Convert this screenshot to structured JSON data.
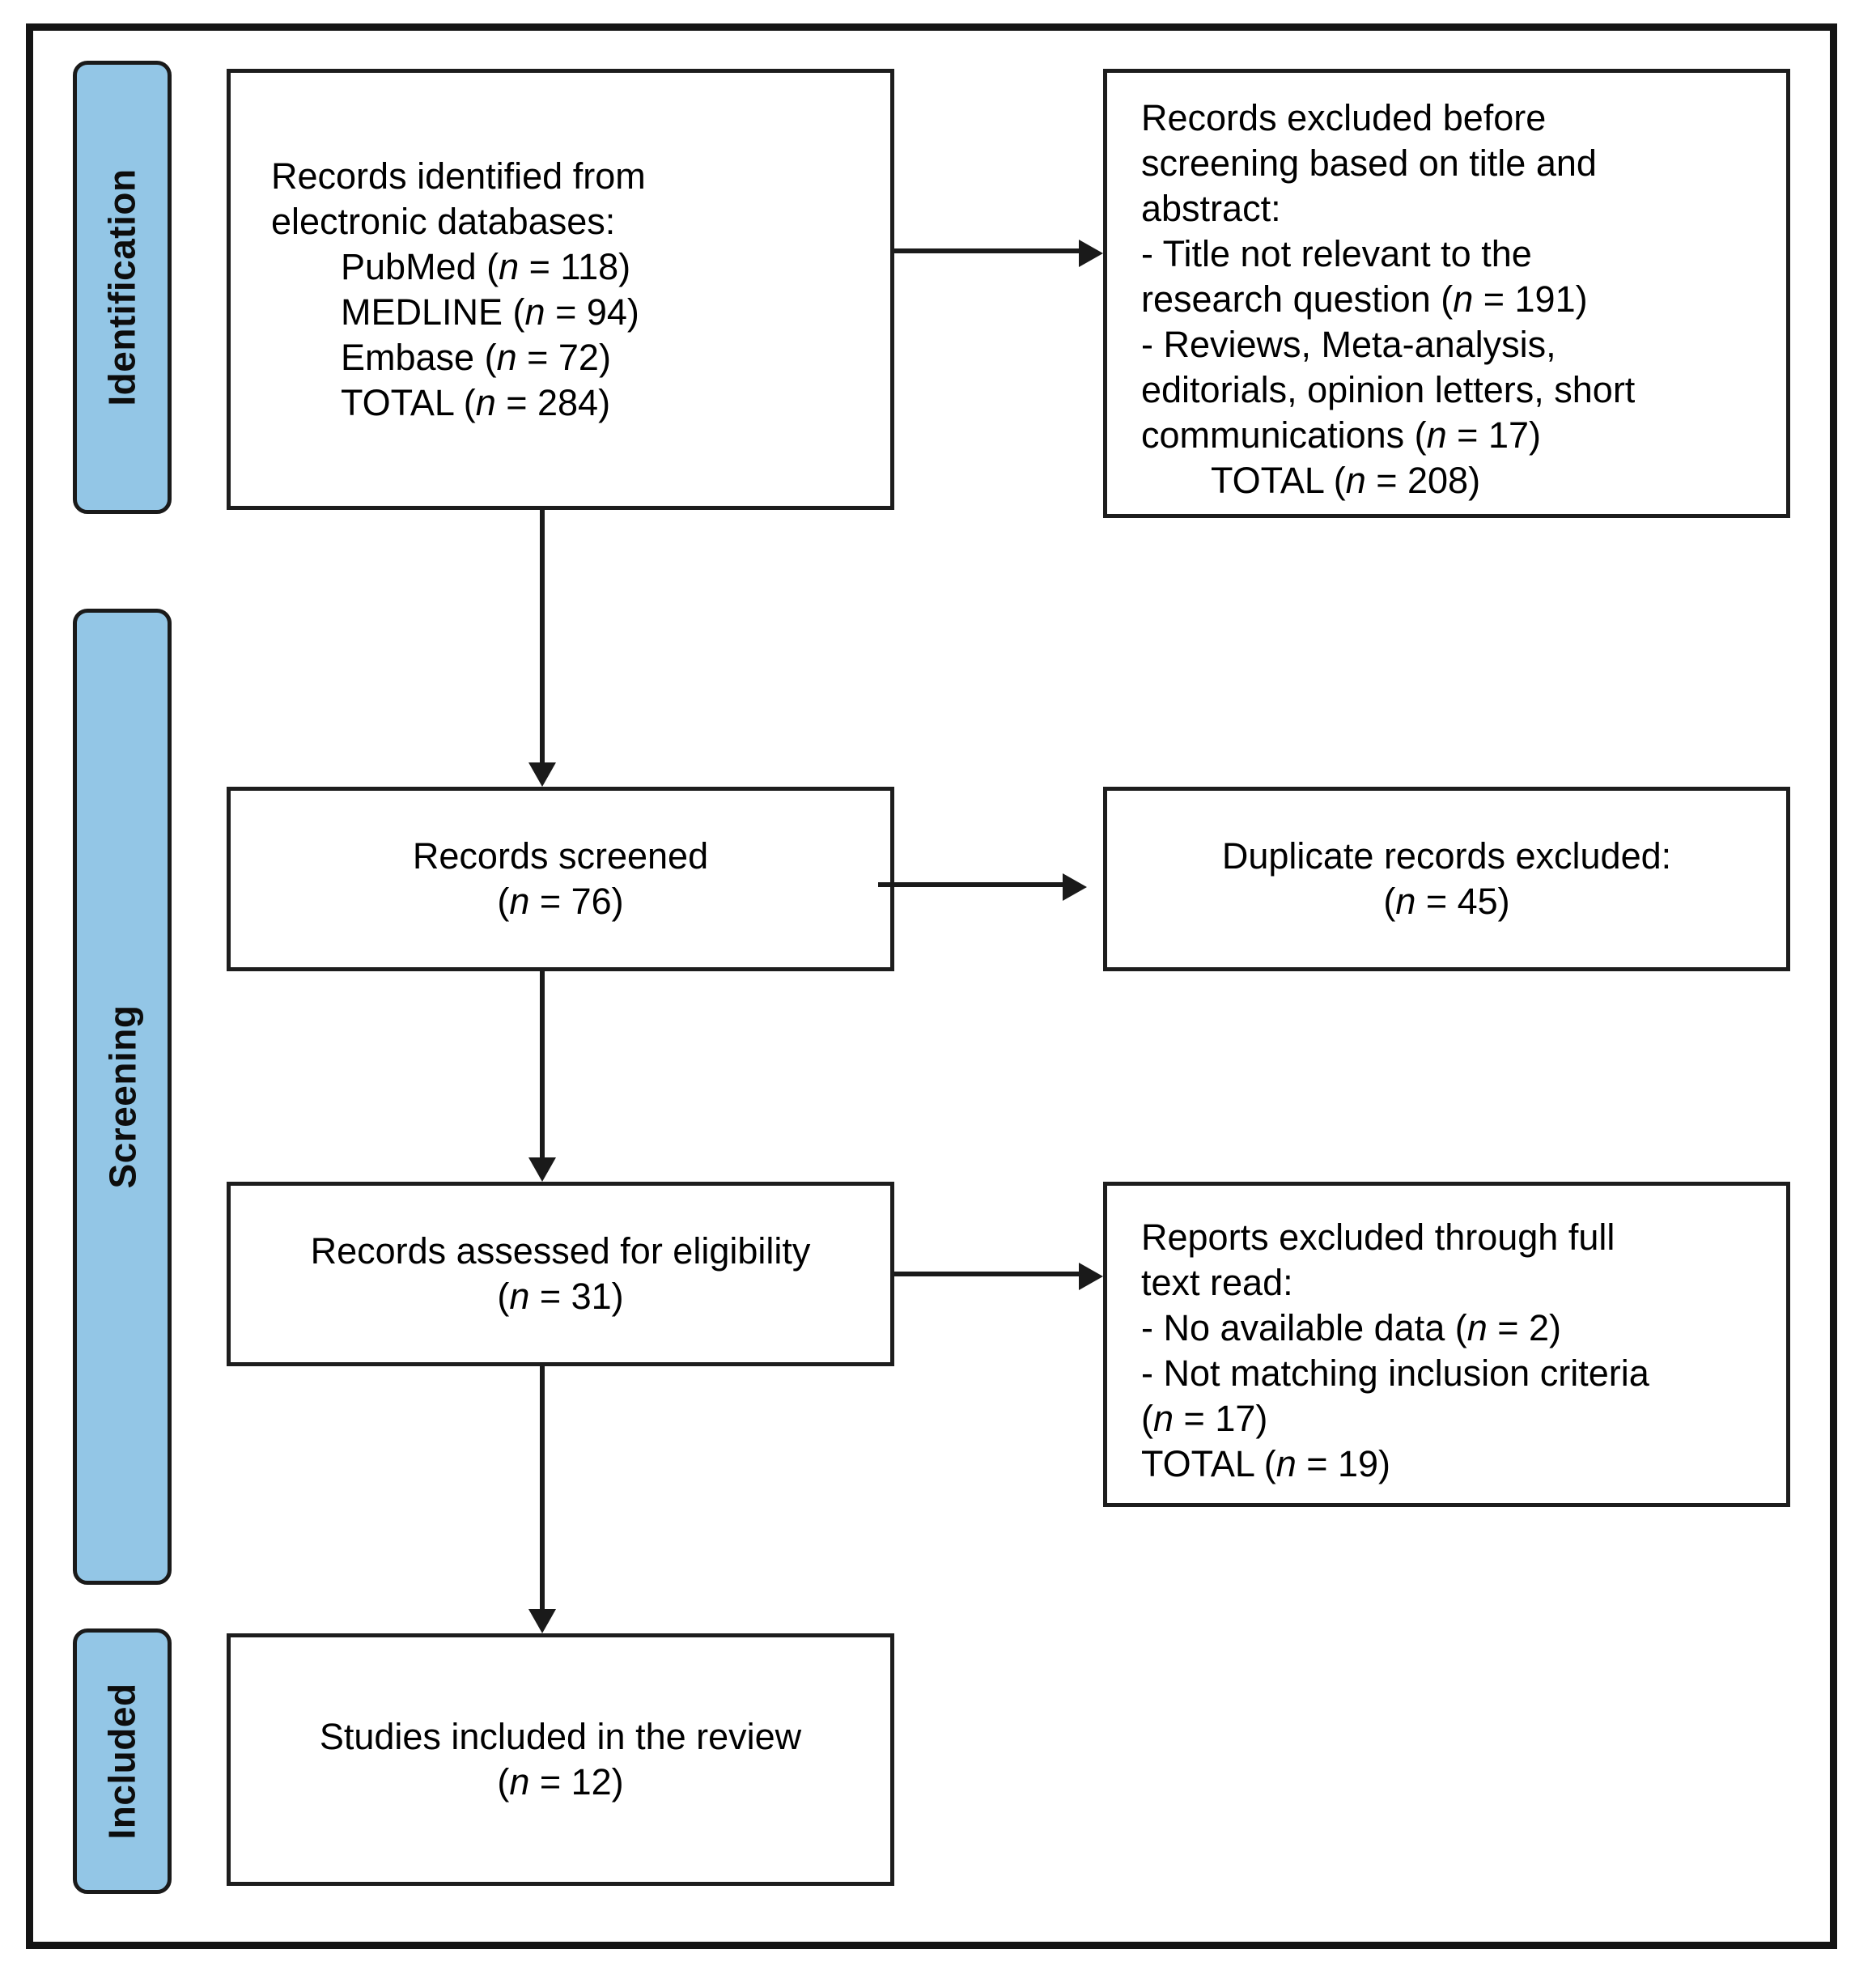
{
  "diagram": {
    "title": "PRISMA study selection flow diagram",
    "stages": [
      {
        "id": "identification",
        "label": "Identification"
      },
      {
        "id": "screening",
        "label": "Screening"
      },
      {
        "id": "included",
        "label": "Included"
      }
    ],
    "main_boxes": [
      {
        "id": "records-identified",
        "lines": [
          "Records identified from",
          "electronic databases:",
          "PubMed (n = 118)",
          "MEDLINE (n = 94)",
          "Embase (n = 72)",
          "TOTAL (n = 284)"
        ]
      },
      {
        "id": "records-screened",
        "lines": [
          "Records screened",
          "(n = 76)"
        ]
      },
      {
        "id": "records-assessed",
        "lines": [
          "Records assessed for eligibility",
          "(n = 31)"
        ]
      },
      {
        "id": "studies-included",
        "lines": [
          "Studies included in the review",
          "(n = 12)"
        ]
      }
    ],
    "side_boxes": [
      {
        "id": "excluded-before-screening",
        "lines": [
          "Records excluded before",
          "screening based on title and",
          "abstract:",
          "- Title not relevant to the",
          "research question (n = 191)",
          "- Reviews, Meta-analysis,",
          "editorials, opinion letters, short",
          "communications (n = 17)",
          "TOTAL (n = 208)"
        ]
      },
      {
        "id": "duplicate-records-excluded",
        "lines": [
          "Duplicate records excluded:",
          "(n = 45)"
        ]
      },
      {
        "id": "excluded-full-text",
        "lines": [
          "Reports excluded through full",
          "text read:",
          "- No available data (n = 2)",
          "- Not matching inclusion criteria",
          "(n = 17)",
          "TOTAL (n = 19)"
        ]
      }
    ],
    "colors": {
      "stage_fill": "#93c6e6",
      "line_color": "#1a1a1a",
      "box_border": "#1d1d1d",
      "background": "#ffffff"
    }
  }
}
